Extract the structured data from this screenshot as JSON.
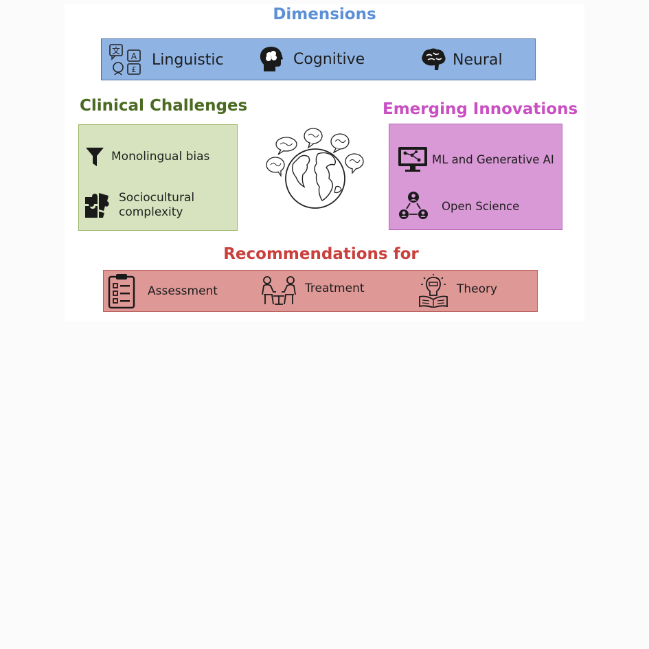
{
  "dimensions": {
    "title": "Dimensions",
    "items": [
      {
        "label": "Linguistic",
        "icon": "language-translation-icon"
      },
      {
        "label": "Cognitive",
        "icon": "head-brain-icon"
      },
      {
        "label": "Neural",
        "icon": "brain-icon"
      }
    ]
  },
  "clinical_challenges": {
    "title": "Clinical Challenges",
    "items": [
      {
        "label": "Monolingual bias",
        "icon": "funnel-icon"
      },
      {
        "label_line1": "Sociocultural",
        "label_line2": "complexity",
        "icon": "puzzle-icon"
      }
    ]
  },
  "center": {
    "icon": "globe-speech-bubbles-icon"
  },
  "emerging_innovations": {
    "title": "Emerging Innovations",
    "items": [
      {
        "label": "ML and Generative AI",
        "icon": "monitor-network-icon"
      },
      {
        "label": "Open Science",
        "icon": "people-network-icon"
      }
    ]
  },
  "recommendations": {
    "title": "Recommendations for",
    "items": [
      {
        "label": "Assessment",
        "icon": "clipboard-checklist-icon"
      },
      {
        "label": "Treatment",
        "icon": "two-people-talking-icon"
      },
      {
        "label": "Theory",
        "icon": "lightbulb-book-icon"
      }
    ]
  },
  "colors": {
    "dimensions": "#8fb4e4",
    "clinical": "#d6e3be",
    "innovations": "#d998d6",
    "recommendations": "#de9896"
  }
}
